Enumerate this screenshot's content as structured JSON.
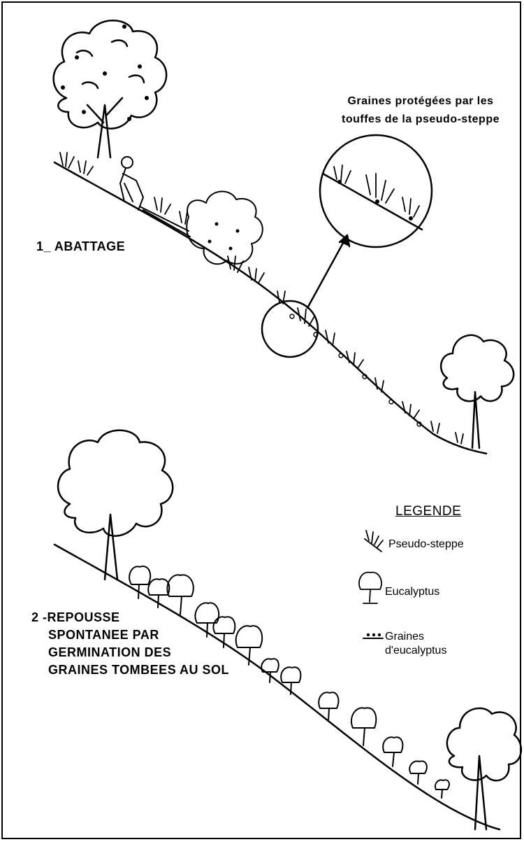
{
  "inset_caption": {
    "line1": "Graines protégées par les",
    "line2": "touffes de la  pseudo-steppe"
  },
  "step1": {
    "label": "1_ ABATTAGE"
  },
  "step2": {
    "line1": "2 -REPOUSSE",
    "line2": "SPONTANEE PAR",
    "line3": "GERMINATION DES",
    "line4": "GRAINES TOMBEES AU SOL"
  },
  "legend": {
    "title": "LEGENDE",
    "items": [
      {
        "icon": "grass-tuft-icon",
        "label": "Pseudo-steppe"
      },
      {
        "icon": "eucalyptus-icon",
        "label": "Eucalyptus"
      },
      {
        "icon": "seeds-icon",
        "label_line1": "Graines",
        "label_line2": "d'eucalyptus"
      }
    ]
  }
}
